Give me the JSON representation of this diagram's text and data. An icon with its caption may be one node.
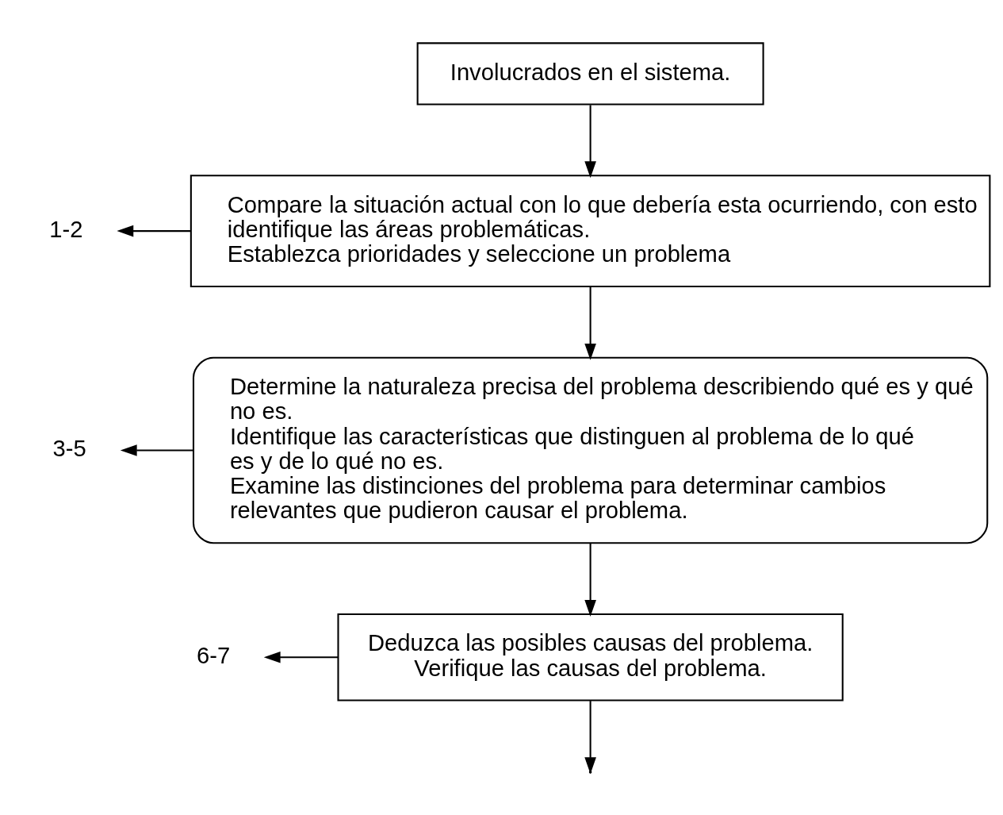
{
  "diagram": {
    "nodes": [
      {
        "text": [
          "Involucrados en el sistema."
        ]
      },
      {
        "text": [
          "Compare la situación actual con lo que debería esta ocurriendo, con esto identifique las áreas problemáticas.",
          "Establezca prioridades y seleccione un problema"
        ]
      },
      {
        "text": [
          "Determine la naturaleza precisa del problema describiendo qué es y qué no es.",
          "Identifique las características que distinguen al problema de lo qué es y de lo qué no es.",
          "Examine las distinciones del problema para determinar cambios relevantes que pudieron causar el problema."
        ]
      },
      {
        "text": [
          "Deduzca las posibles causas del problema.",
          "Verifique las causas del problema."
        ]
      },
      {
        "text": [
          "1-2"
        ]
      },
      {
        "text": [
          "3-5"
        ]
      },
      {
        "text": [
          "6-7"
        ]
      }
    ],
    "edges": [
      {
        "from": 0,
        "to": 1,
        "arrow": "to"
      },
      {
        "from": 1,
        "to": 4,
        "arrow": "to"
      },
      {
        "from": 1,
        "to": 2,
        "arrow": "to"
      },
      {
        "from": 2,
        "to": 5,
        "arrow": "to"
      },
      {
        "from": 2,
        "to": 3,
        "arrow": "to"
      },
      {
        "from": 3,
        "to": 6,
        "arrow": "to"
      },
      {
        "from": 3,
        "to": null,
        "arrow": "to"
      }
    ]
  }
}
